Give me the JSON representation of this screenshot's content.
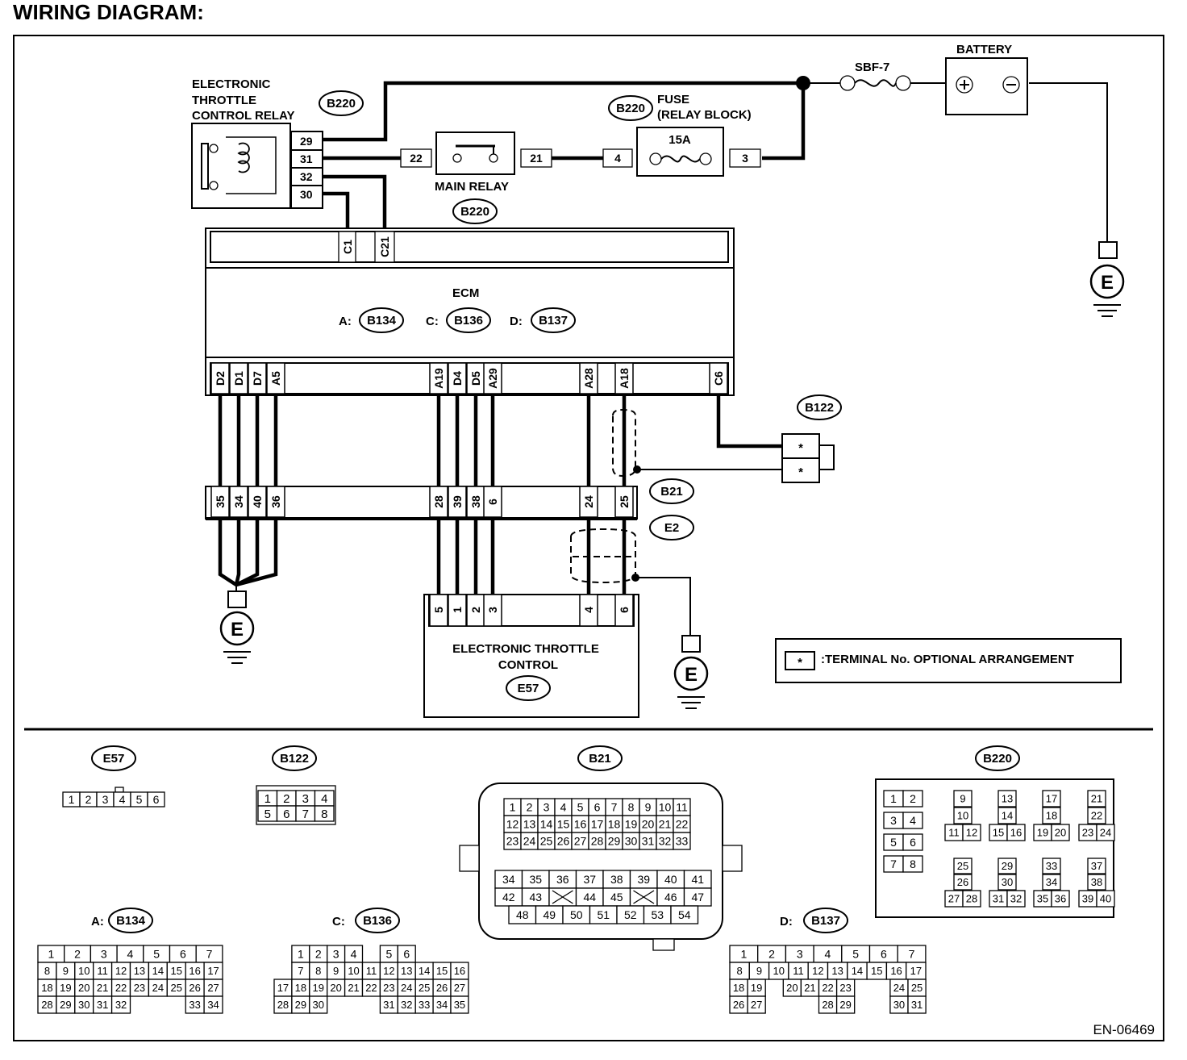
{
  "title": "WIRING DIAGRAM:",
  "figure_id": "EN-06469",
  "components": {
    "etc_relay": [
      "ELECTRONIC",
      "THROTTLE",
      "CONTROL RELAY"
    ],
    "fuse": [
      "FUSE",
      "(RELAY BLOCK)"
    ],
    "fuse_rating": "15A",
    "main_relay": "MAIN RELAY",
    "battery": "BATTERY",
    "sbf": "SBF-7",
    "ecm": "ECM",
    "throttle": [
      "ELECTRONIC THROTTLE",
      "CONTROL"
    ],
    "ground": "E"
  },
  "connectors": {
    "b220": "B220",
    "b134": "B134",
    "b136": "B136",
    "b137": "B137",
    "b122": "B122",
    "b21": "B21",
    "e2": "E2",
    "e57": "E57",
    "ecm_prefix_a": "A:",
    "ecm_prefix_c": "C:",
    "ecm_prefix_d": "D:"
  },
  "pins": {
    "relay": [
      "29",
      "31",
      "32",
      "30"
    ],
    "main_relay": [
      "22",
      "21"
    ],
    "fuse": [
      "4",
      "3"
    ],
    "ecm_top": [
      "C1",
      "C21"
    ],
    "ecm_bottom": [
      "D2",
      "D1",
      "D7",
      "A5",
      "A19",
      "D4",
      "D5",
      "A29",
      "A28",
      "A18",
      "C6"
    ],
    "b21_row": [
      "35",
      "34",
      "40",
      "36",
      "28",
      "39",
      "38",
      "6",
      "24",
      "25"
    ],
    "throttle": [
      "5",
      "1",
      "2",
      "3",
      "4",
      "6"
    ],
    "b122": [
      "*",
      "*"
    ]
  },
  "legend": {
    "symbol": "*",
    "text": ":TERMINAL No. OPTIONAL ARRANGEMENT"
  },
  "connector_views": {
    "e57": [
      "1",
      "2",
      "3",
      "4",
      "5",
      "6"
    ],
    "b122": [
      [
        "1",
        "2",
        "3",
        "4"
      ],
      [
        "5",
        "6",
        "7",
        "8"
      ]
    ],
    "b21_top": [
      [
        "1",
        "2",
        "3",
        "4",
        "5",
        "6",
        "7",
        "8",
        "9",
        "10",
        "11"
      ],
      [
        "12",
        "13",
        "14",
        "15",
        "16",
        "17",
        "18",
        "19",
        "20",
        "21",
        "22"
      ],
      [
        "23",
        "24",
        "25",
        "26",
        "27",
        "28",
        "29",
        "30",
        "31",
        "32",
        "33"
      ]
    ],
    "b21_bottom": [
      [
        "34",
        "35",
        "36",
        "37",
        "38",
        "39",
        "40",
        "41"
      ],
      [
        "42",
        "43",
        "",
        "44",
        "45",
        "",
        "46",
        "47"
      ],
      [
        "48",
        "49",
        "50",
        "51",
        "52",
        "53",
        "54"
      ]
    ],
    "b220": [
      [
        "1",
        "2"
      ],
      [
        "3",
        "4"
      ],
      [
        "5",
        "6"
      ],
      [
        "7",
        "8"
      ],
      [
        "9",
        "10",
        "11",
        "12"
      ],
      [
        "13",
        "14",
        "15",
        "16"
      ],
      [
        "17",
        "18",
        "19",
        "20"
      ],
      [
        "21",
        "22",
        "23",
        "24"
      ],
      [
        "25",
        "26",
        "27",
        "28"
      ],
      [
        "29",
        "30",
        "31",
        "32"
      ],
      [
        "33",
        "34",
        "35",
        "36"
      ],
      [
        "37",
        "38",
        "39",
        "40"
      ]
    ],
    "b134": [
      [
        "1",
        "2",
        "3",
        "4",
        "5",
        "6",
        "7"
      ],
      [
        "8",
        "9",
        "10",
        "11",
        "12",
        "13",
        "14",
        "15",
        "16",
        "17"
      ],
      [
        "18",
        "19",
        "20",
        "21",
        "22",
        "23",
        "24",
        "25",
        "26",
        "27"
      ],
      [
        "28",
        "29",
        "30",
        "31",
        "32",
        "",
        "",
        "",
        "33",
        "34"
      ]
    ],
    "b136": [
      [
        "",
        "1",
        "2",
        "3",
        "4",
        "",
        "5",
        "6"
      ],
      [
        "",
        "7",
        "8",
        "9",
        "10",
        "11",
        "12",
        "13",
        "14",
        "15",
        "16"
      ],
      [
        "17",
        "18",
        "19",
        "20",
        "21",
        "22",
        "23",
        "24",
        "25",
        "26",
        "27"
      ],
      [
        "28",
        "29",
        "30",
        "",
        "",
        "",
        "31",
        "32",
        "33",
        "34",
        "35"
      ]
    ],
    "b137": [
      [
        "1",
        "2",
        "3",
        "4",
        "5",
        "6",
        "7"
      ],
      [
        "8",
        "9",
        "10",
        "11",
        "12",
        "13",
        "14",
        "15",
        "16",
        "17"
      ],
      [
        "18",
        "19",
        "",
        "20",
        "21",
        "22",
        "23",
        "",
        "",
        "24",
        "25"
      ],
      [
        "26",
        "27",
        "",
        "",
        "",
        "28",
        "29",
        "",
        "",
        "30",
        "31"
      ]
    ]
  }
}
